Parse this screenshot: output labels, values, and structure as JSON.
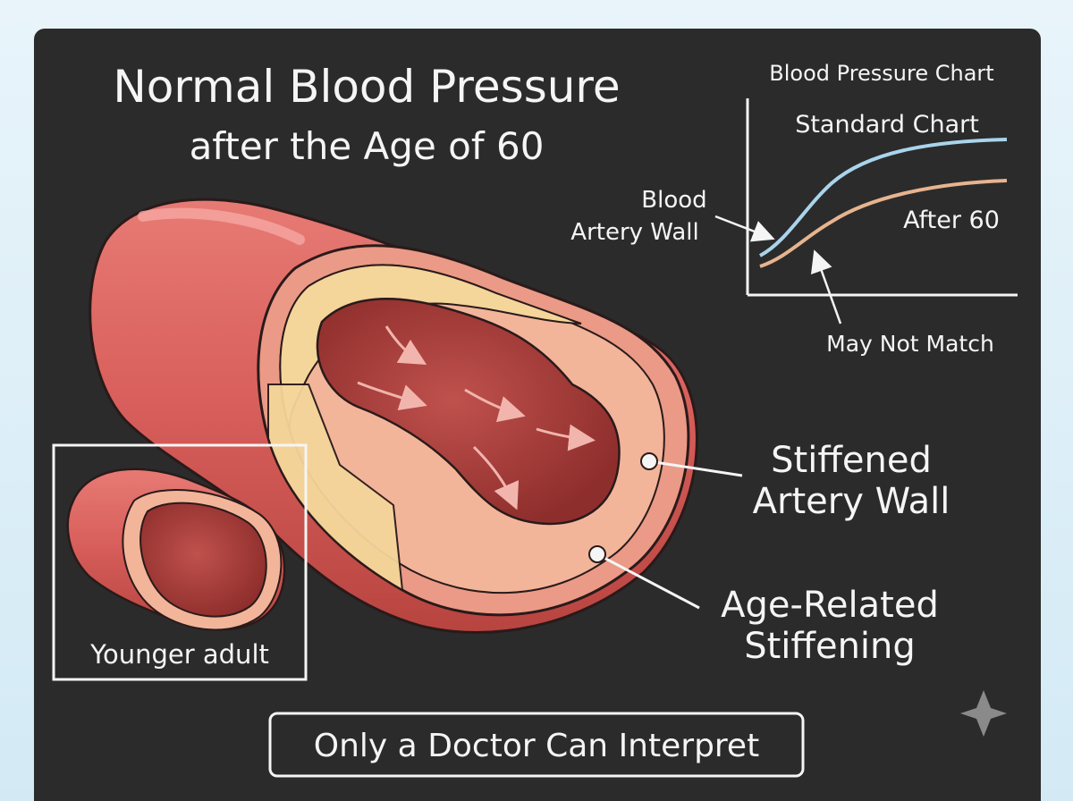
{
  "title": {
    "line1": "Normal Blood Pressure",
    "line2": "after the Age of 60"
  },
  "chart": {
    "heading": "Blood Pressure Chart",
    "standard_label": "Standard Chart",
    "after60_label": "After 60",
    "pointer_label_line1": "Blood",
    "pointer_label_line2": "Artery Wall",
    "mismatch_label": "May Not Match",
    "colors": {
      "standard": "#a9d4ec",
      "after60": "#e7b48f"
    }
  },
  "labels": {
    "stiffened_line1": "Stiffened",
    "stiffened_line2": "Artery Wall",
    "age_line1": "Age-Related",
    "age_line2": "Stiffening"
  },
  "inset": {
    "caption": "Younger adult"
  },
  "footer": {
    "note": "Only a Doctor Can Interpret"
  },
  "colors": {
    "vessel": "#d9605c",
    "wall": "#f2b59a",
    "plaque": "#f4d59a",
    "lumen": "#9e3533",
    "chalk": "#f5f5f5"
  }
}
